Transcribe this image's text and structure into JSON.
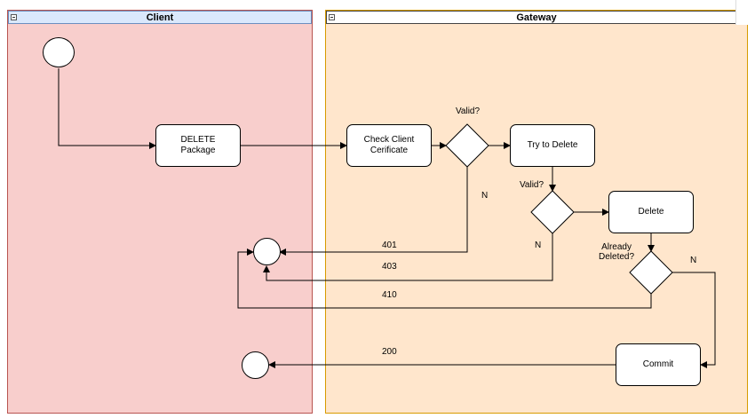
{
  "lanes": {
    "client": {
      "title": "Client"
    },
    "gateway": {
      "title": "Gateway"
    }
  },
  "nodes": {
    "delete_package": "DELETE\nPackage",
    "check_client_cert": "Check Client\nCerificate",
    "try_to_delete": "Try to Delete",
    "delete": "Delete",
    "commit": "Commit"
  },
  "decisions": {
    "valid_1": "Valid?",
    "valid_2": "Valid?",
    "already_deleted": "Already\nDeleted?"
  },
  "edge_labels": {
    "n_1": "N",
    "n_2": "N",
    "n_3": "N",
    "code_401": "401",
    "code_403": "403",
    "code_410": "410",
    "code_200": "200"
  },
  "colors": {
    "client_lane_fill": "#f8cecc",
    "client_lane_header": "#dae8fc",
    "gateway_lane_fill": "#ffe6cc",
    "gateway_lane_border": "#d79b00"
  }
}
